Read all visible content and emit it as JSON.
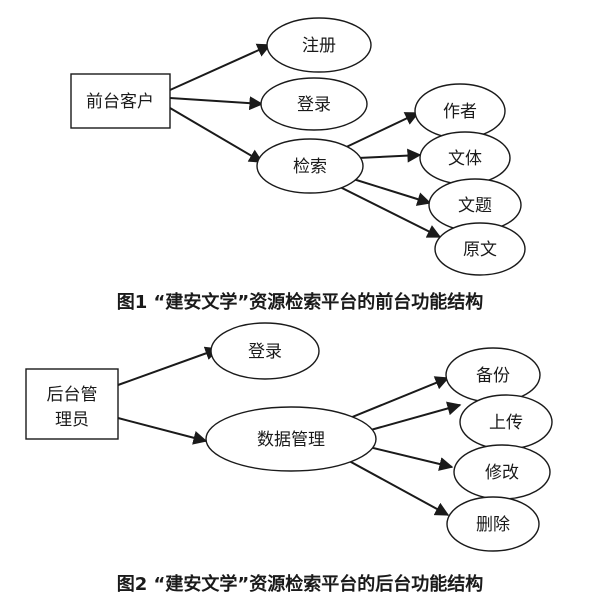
{
  "figure1": {
    "root": "前台客户",
    "level1": [
      "注册",
      "登录",
      "检索"
    ],
    "level2": [
      "作者",
      "文体",
      "文题",
      "原文"
    ],
    "caption": "图1 “建安文学”资源检索平台的前台功能结构"
  },
  "figure2": {
    "root": "后台管理员",
    "root_lines": [
      "后台管",
      "理员"
    ],
    "level1": [
      "登录",
      "数据管理"
    ],
    "level2": [
      "备份",
      "上传",
      "修改",
      "删除"
    ],
    "caption": "图2 “建安文学”资源检索平台的后台功能结构"
  }
}
